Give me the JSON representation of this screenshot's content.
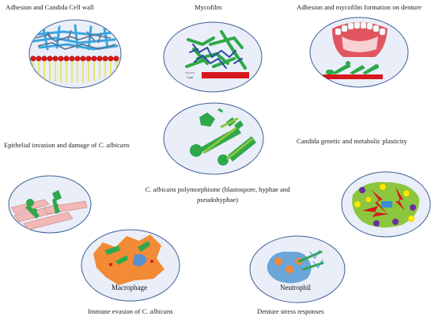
{
  "labels": {
    "adhesion_wall": "Adhesion and Candida Cell wall",
    "mycofilm": "Mycofilm",
    "denture_adhesion": "Adhesion and mycofilm formation on denture",
    "epithelial_prefix": "Epithelial invasion and damage of ",
    "epithelial_italic": "C. albicans",
    "plasticity": "Candida genetic and metabolic plasticity",
    "polymorph_italic": "C. albicans",
    "polymorph_rest": " polymorphisme (blastospore, hyphae and pseudohyphae)",
    "immune_prefix": "Immune  evasion  of ",
    "immune_italic": "C. albicans",
    "denture_stress": "Denture stress responses",
    "macrophage": "Macrophage",
    "neutrophil": "Neutrophil",
    "scale": "5 μm"
  },
  "colors": {
    "circle_fill": "#e9eef8",
    "circle_stroke": "#3f5f96",
    "hyphae_green": "#2fa84a",
    "wall_blue": "#3aa6e0",
    "red": "#d7181c",
    "macrophage_orange": "#f28a36",
    "neutrophil_blue": "#6aa6d8",
    "plasticity_green": "#8cc63f",
    "purple": "#6b2fa0",
    "yellow": "#ffe800"
  }
}
